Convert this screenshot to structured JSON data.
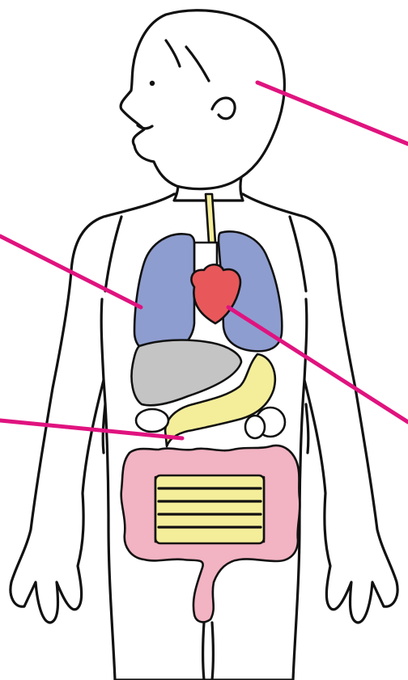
{
  "figure": {
    "subject": "human-body-internal-organs",
    "colors": {
      "skin": "#ffffff",
      "outline": "#111111",
      "lungs": "#8e9dcf",
      "heart": "#e8585a",
      "liver": "#c4c4c4",
      "stomach": "#f4ee9a",
      "small_intestine": "#f4ee9a",
      "large_intestine": "#f2b3c2",
      "trachea": "#ffffff",
      "esophagus": "#f4ee9a",
      "pointer": "#e0137f"
    },
    "organs": [
      "brain",
      "lungs",
      "heart",
      "liver",
      "stomach",
      "small-intestine",
      "large-intestine",
      "kidneys",
      "trachea",
      "esophagus"
    ],
    "pointers": [
      "brain",
      "lungs",
      "heart",
      "stomach"
    ]
  }
}
